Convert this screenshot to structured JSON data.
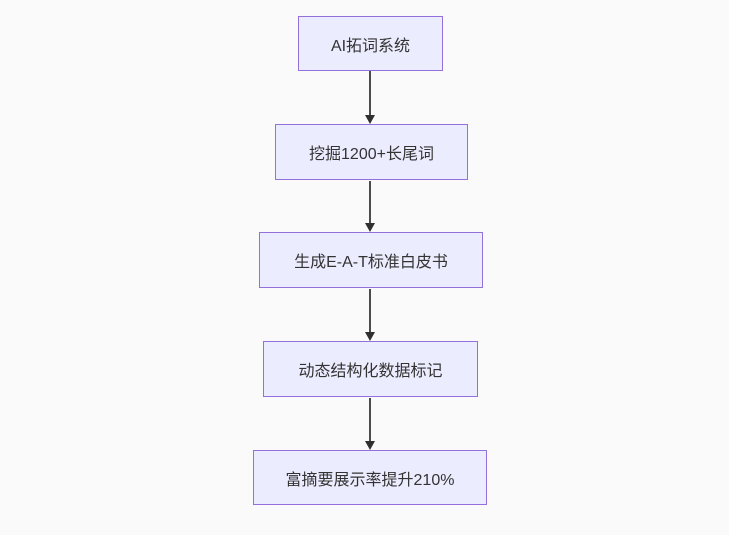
{
  "diagram": {
    "type": "flowchart",
    "direction": "top-down",
    "colors": {
      "background": "#fafafa",
      "node_fill": "#ECECFF",
      "node_border": "#9370DB",
      "text": "#333333",
      "arrow_line": "#4b4b4b",
      "arrow_head": "#2f2f2f"
    },
    "nodes": [
      {
        "id": "n1",
        "label": "AI拓词系统"
      },
      {
        "id": "n2",
        "label": "挖掘1200+长尾词"
      },
      {
        "id": "n3",
        "label": "生成E-A-T标准白皮书"
      },
      {
        "id": "n4",
        "label": "动态结构化数据标记"
      },
      {
        "id": "n5",
        "label": "富摘要展示率提升210%"
      }
    ],
    "edges": [
      {
        "from": "n1",
        "to": "n2"
      },
      {
        "from": "n2",
        "to": "n3"
      },
      {
        "from": "n3",
        "to": "n4"
      },
      {
        "from": "n4",
        "to": "n5"
      }
    ]
  }
}
